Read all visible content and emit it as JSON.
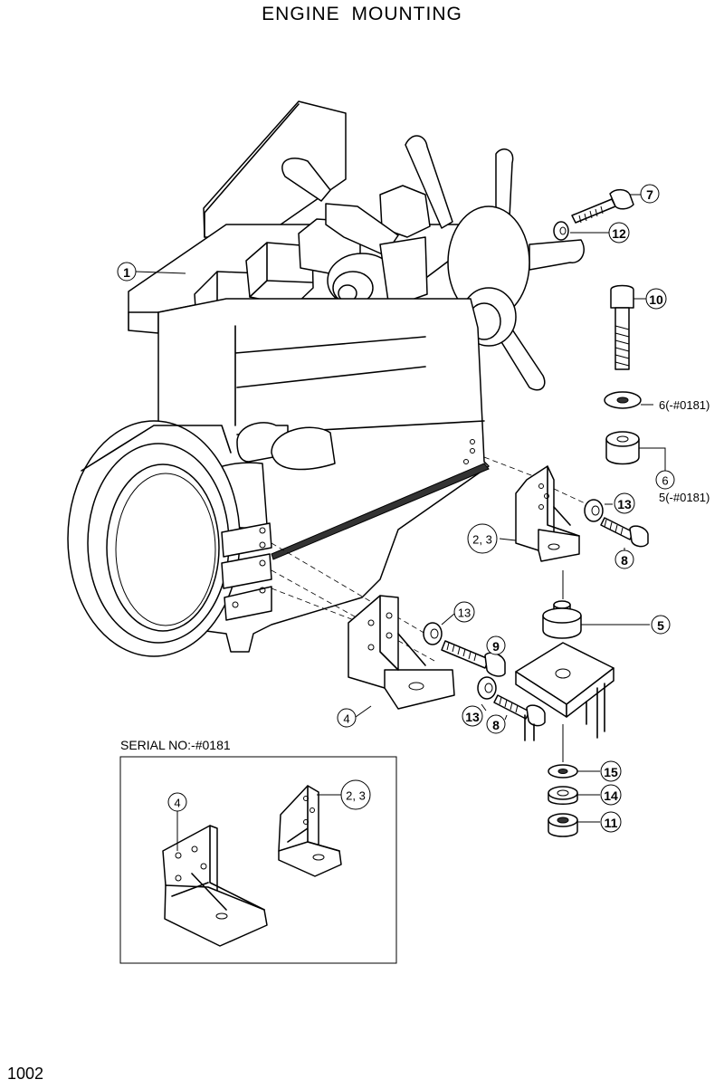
{
  "title": "ENGINE  MOUNTING",
  "page_number": "1002",
  "inset": {
    "label": "SERIAL NO:-#0181",
    "callouts": {
      "bracket_left": "4",
      "bracket_right": "2, 3"
    }
  },
  "callouts": {
    "engine": "1",
    "bracket_rear": "2, 3",
    "bracket_front": "4",
    "mount_rubber": "5",
    "spacer_bottom": "6",
    "bolt_top_right": "7",
    "bolt_rear": "8",
    "bolt_front_lower": "8",
    "bolt_front_upper": "9",
    "bolt_vertical": "10",
    "nut": "11",
    "washer_top": "12",
    "washer_rear": "13",
    "washer_front_upper": "13",
    "washer_front_lower": "13",
    "washer_14": "14",
    "washer_15": "15"
  },
  "side_labels": {
    "washer_6_note": "6(-#0181)",
    "spacer_5_note": "5(-#0181)"
  }
}
